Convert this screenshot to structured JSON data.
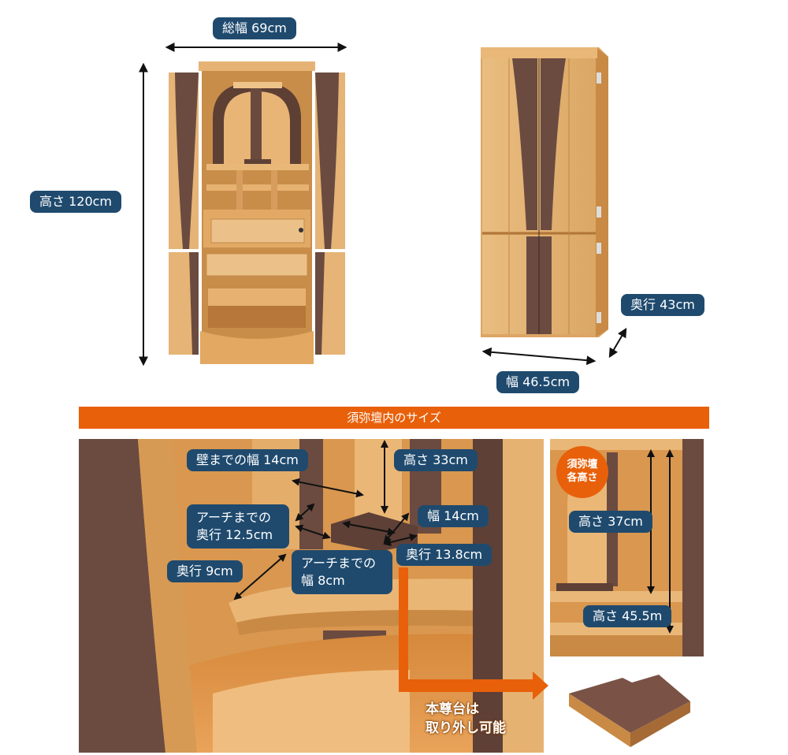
{
  "colors": {
    "badge": "#1f4a6e",
    "accent": "#e8600a",
    "wood_light": "#e8b97a",
    "wood_dark": "#6b4a3e"
  },
  "top": {
    "total_width": "総幅 69cm",
    "height": "高さ 120cm",
    "depth": "奥行 43cm",
    "width": "幅 46.5cm"
  },
  "section": {
    "title": "須弥壇内のサイズ"
  },
  "interior": {
    "width_to_wall": "壁までの幅 14cm",
    "height": "高さ 33cm",
    "depth_to_arch": "アーチまでの\n奥行 12.5cm",
    "width": "幅 14cm",
    "depth_9": "奥行 9cm",
    "width_to_arch": "アーチまでの\n幅 8cm",
    "depth_13": "奥行 13.8cm"
  },
  "side": {
    "circle": "須弥壇\n各高さ",
    "height_37": "高さ 37cm",
    "height_45": "高さ 45.5m"
  },
  "note": "本尊台は\n取り外し可能"
}
